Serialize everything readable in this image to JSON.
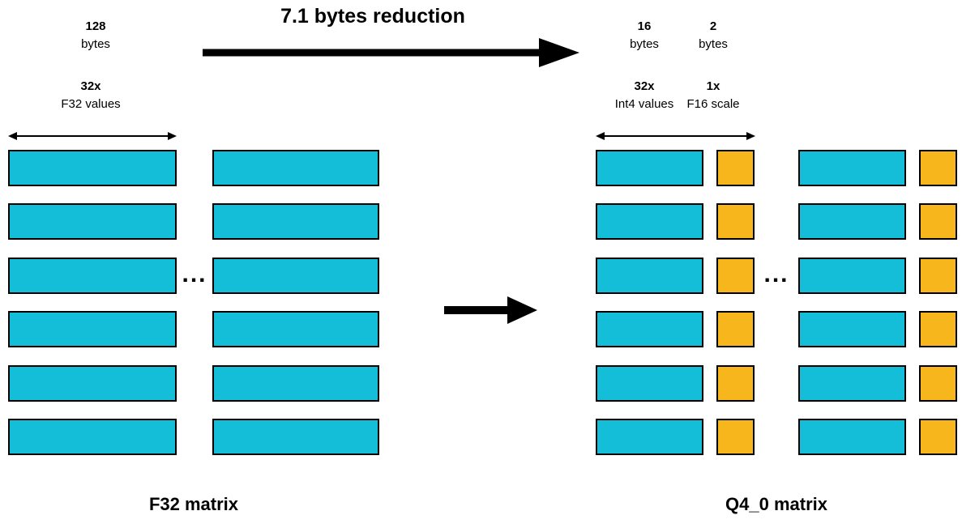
{
  "title": "7.1 bytes reduction",
  "colors": {
    "cyan": "#14BED8",
    "yellow": "#F7B71C",
    "border": "#000000"
  },
  "left": {
    "bytes_value": "128",
    "bytes_unit": "bytes",
    "values_count": "32x",
    "values_desc": "F32 values",
    "ellipsis": "...",
    "matrix_label": "F32 matrix",
    "rows": 6
  },
  "right": {
    "group1": {
      "bytes_value": "16",
      "bytes_unit": "bytes",
      "values_count": "32x",
      "values_desc": "Int4 values"
    },
    "group2": {
      "bytes_value": "2",
      "bytes_unit": "bytes",
      "values_count": "1x",
      "values_desc": "F16 scale"
    },
    "ellipsis": "...",
    "matrix_label": "Q4_0 matrix",
    "rows": 6
  }
}
